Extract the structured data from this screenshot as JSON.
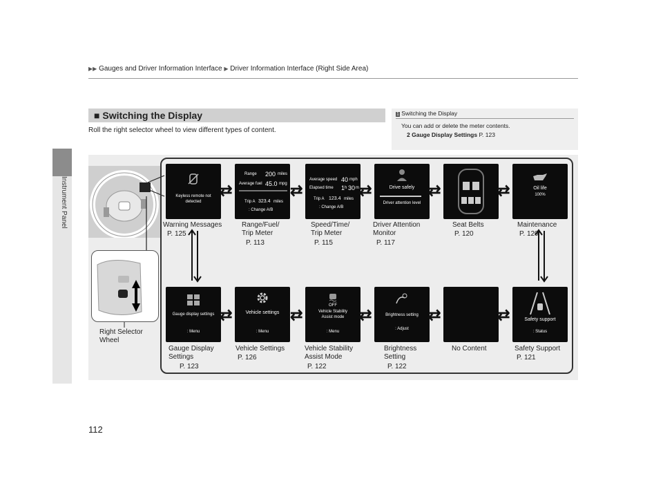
{
  "side_tab": "Instrument Panel",
  "breadcrumb": {
    "part1": "Gauges and Driver Information Interface",
    "part2": "Driver Information Interface (Right Side Area)"
  },
  "section": {
    "title": "Switching the Display",
    "intro": "Roll the right selector wheel to view different types of content."
  },
  "note": {
    "title": "Switching the Display",
    "body": "You can add or delete the meter contents.",
    "ref_icon": "2",
    "ref_text": "Gauge Display Settings",
    "ref_page": "P. 123"
  },
  "selector_label": [
    "Right Selector",
    "Wheel"
  ],
  "screens": {
    "warning": {
      "line1": "Keyless remote not",
      "line2": "detected"
    },
    "range": {
      "r1a": "Range",
      "r1b": "200",
      "r1c": "miles",
      "r2a": "Average fuel",
      "r2b": "45.0",
      "r2c": "mpg",
      "r3a": "Trip A",
      "r3b": "323.4",
      "r3c": "miles",
      "r4": ": Change A/B"
    },
    "speed": {
      "r1a": "Average speed",
      "r1b": "40",
      "r1c": "mph",
      "r2a": "Elapsed time",
      "r2b": "1",
      "r2c": "h",
      "r2d": "30",
      "r2e": "m",
      "r3a": "Trip A",
      "r3b": "123.4",
      "r3c": "miles",
      "r4": ": Change A/B"
    },
    "driver": {
      "l1": "Drive safely",
      "l2": "Driver attention level"
    },
    "maint": {
      "l1": "Oil life",
      "l2": "100%"
    },
    "gauge": {
      "l1": "Gauge display settings",
      "l2": ": Menu"
    },
    "vehicle": {
      "l1": "Vehicle settings",
      "l2": ": Menu"
    },
    "vsa": {
      "l0": "OFF",
      "l1": "Vehicle Stability",
      "l2": "Assist mode",
      "l3": ": Menu"
    },
    "bright": {
      "l1": "Brightness setting",
      "l2": ": Adjust"
    },
    "safety": {
      "l1": "Safety support",
      "l2": ": Status"
    }
  },
  "labels": {
    "warning": {
      "l1": "Warning Messages",
      "p": "P. 125"
    },
    "range": {
      "l1": "Range/Fuel/",
      "l2": "Trip Meter",
      "p": "P. 113"
    },
    "speed": {
      "l1": "Speed/Time/",
      "l2": "Trip Meter",
      "p": "P. 115"
    },
    "driver": {
      "l1": "Driver Attention",
      "l2": "Monitor",
      "p": "P. 117"
    },
    "seat": {
      "l1": "Seat Belts",
      "p": "P. 120"
    },
    "maint": {
      "l1": "Maintenance",
      "p": "P. 120"
    },
    "gauge": {
      "l1": "Gauge Display",
      "l2": "Settings",
      "p": "P. 123"
    },
    "vehicle": {
      "l1": "Vehicle Settings",
      "p": "P. 126"
    },
    "vsa": {
      "l1": "Vehicle Stability",
      "l2": "Assist Mode",
      "p": "P. 122"
    },
    "bright": {
      "l1": "Brightness",
      "l2": "Setting",
      "p": "P. 122"
    },
    "none": {
      "l1": "No Content"
    },
    "safety": {
      "l1": "Safety Support",
      "p": "P. 121"
    }
  },
  "page_number": "112",
  "colors": {
    "screen": "#0c0c0c",
    "panel": "#ededed",
    "header_bar": "#d0d0d0",
    "side_tab": "#8c8c8c"
  }
}
